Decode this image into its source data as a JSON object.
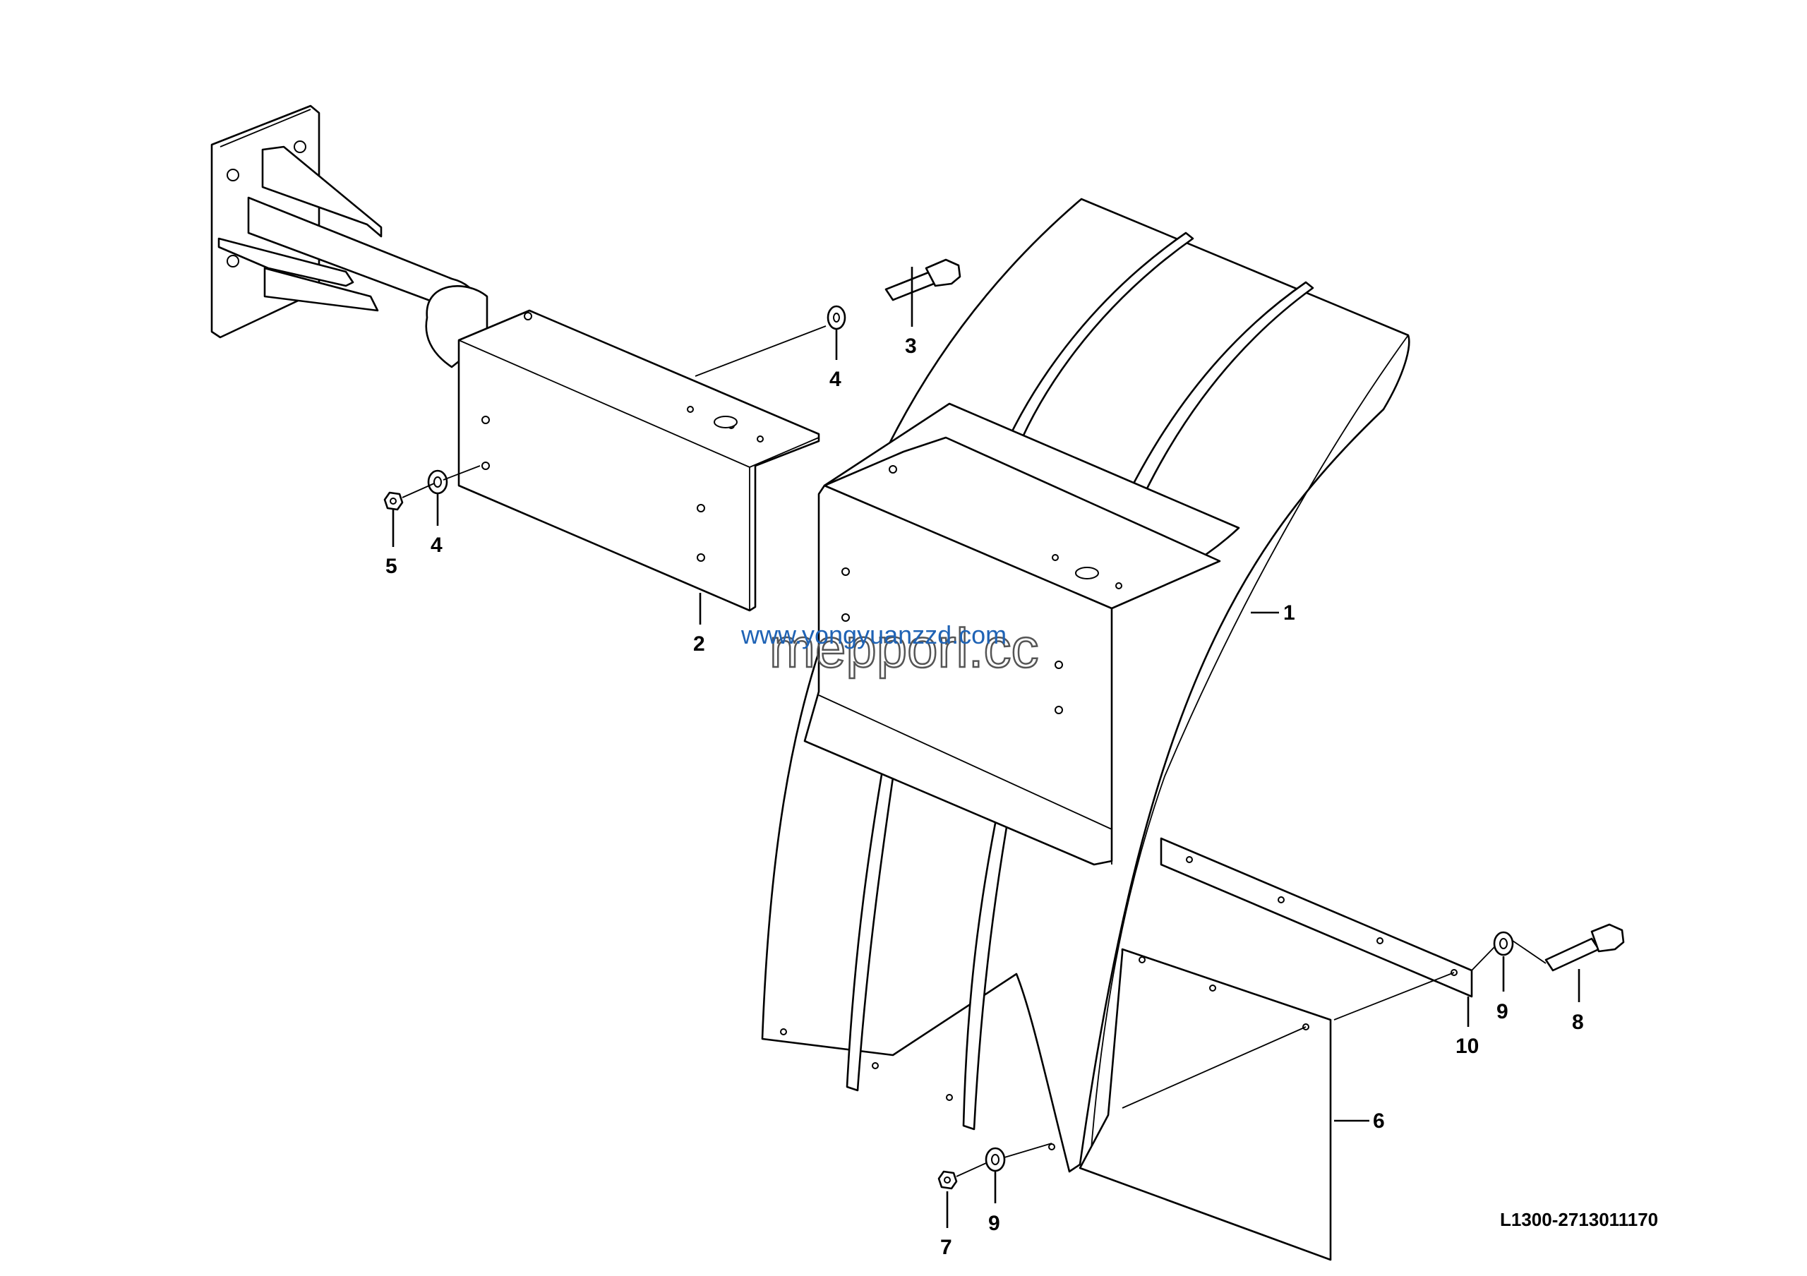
{
  "diagram": {
    "reference_code": "L1300-2713011170",
    "watermarks": {
      "url": "www.yongyuanzzd.com",
      "brand": "mepporl.cc"
    },
    "callouts": [
      {
        "id": "c1",
        "label": "1"
      },
      {
        "id": "c2",
        "label": "2"
      },
      {
        "id": "c3",
        "label": "3"
      },
      {
        "id": "c4a",
        "label": "4"
      },
      {
        "id": "c4b",
        "label": "4"
      },
      {
        "id": "c5",
        "label": "5"
      },
      {
        "id": "c6",
        "label": "6"
      },
      {
        "id": "c7",
        "label": "7"
      },
      {
        "id": "c8",
        "label": "8"
      },
      {
        "id": "c9a",
        "label": "9"
      },
      {
        "id": "c9b",
        "label": "9"
      },
      {
        "id": "c10",
        "label": "10"
      }
    ]
  }
}
